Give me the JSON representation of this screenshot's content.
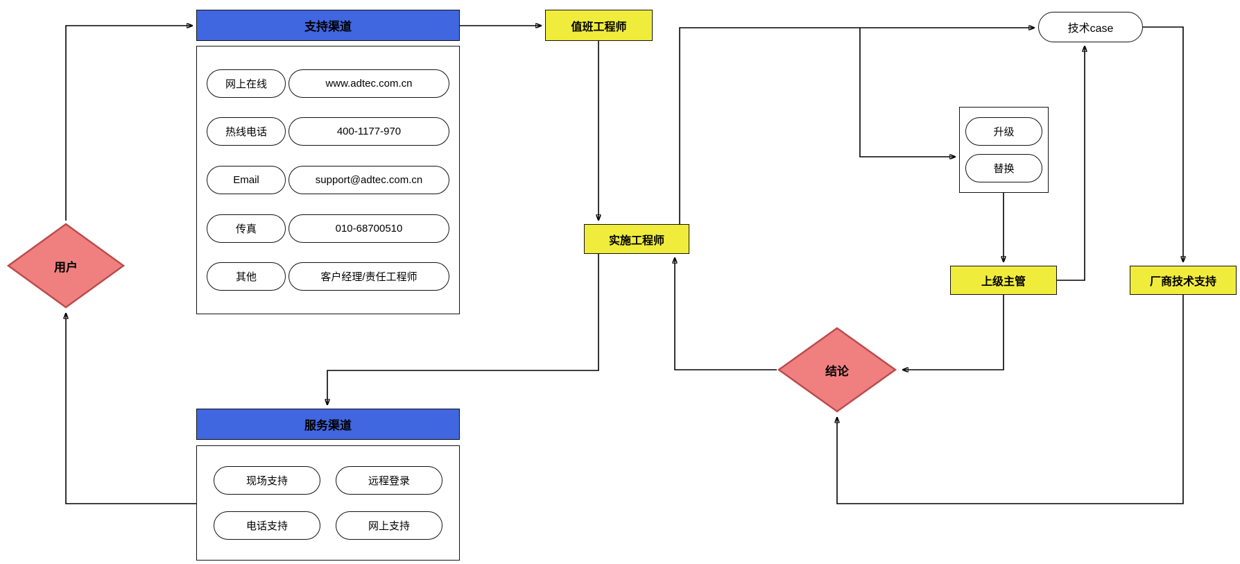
{
  "diagram": {
    "nodes": {
      "user": "用户",
      "support_channel_header": "支持渠道",
      "duty_engineer": "值班工程师",
      "tech_case": "技术case",
      "upgrade": "升级",
      "replace": "替换",
      "implementation_engineer": "实施工程师",
      "supervisor": "上级主管",
      "vendor_support": "厂商技术支持",
      "conclusion": "结论",
      "service_channel_header": "服务渠道"
    },
    "support_channels": [
      {
        "type": "网上在线",
        "value": "www.adtec.com.cn"
      },
      {
        "type": "热线电话",
        "value": "400-1177-970"
      },
      {
        "type": "Email",
        "value": "support@adtec.com.cn"
      },
      {
        "type": "传真",
        "value": "010-68700510"
      },
      {
        "type": "其他",
        "value": "客户经理/责任工程师"
      }
    ],
    "service_channels": [
      "现场支持",
      "远程登录",
      "电话支持",
      "网上支持"
    ],
    "colors": {
      "header_blue": "#4066E0",
      "node_yellow": "#F0EC3B",
      "diamond_fill": "#F08080",
      "diamond_border": "#BB4B4B",
      "box_border": "#111111",
      "line": "#000000"
    }
  }
}
